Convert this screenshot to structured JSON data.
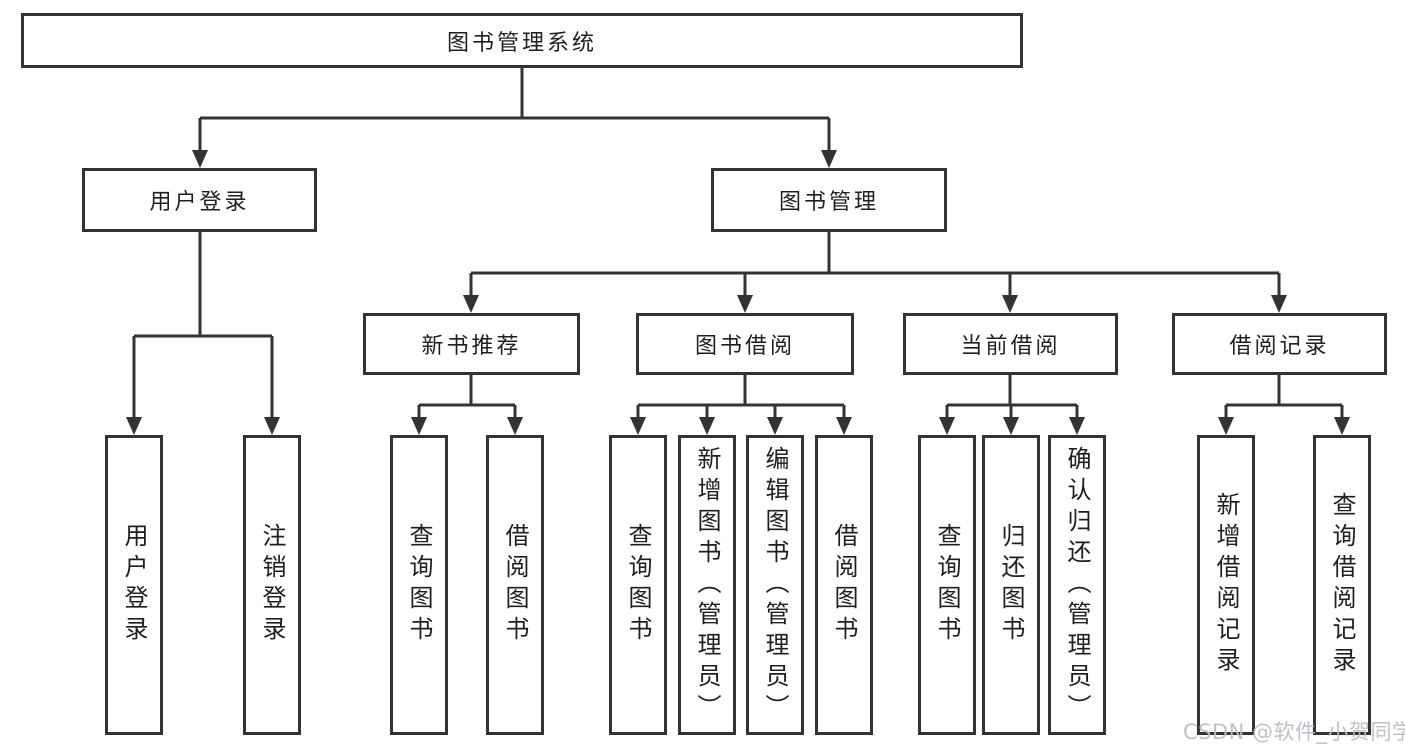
{
  "tree": {
    "root": "图书管理系统",
    "branches": [
      {
        "label": "用户登录",
        "children": [
          "用户登录",
          "注销登录"
        ]
      },
      {
        "label": "图书管理",
        "groups": [
          {
            "label": "新书推荐",
            "children": [
              "查询图书",
              "借阅图书"
            ]
          },
          {
            "label": "图书借阅",
            "children": [
              "查询图书",
              "新增图书（管理员）",
              "编辑图书（管理员）",
              "借阅图书"
            ]
          },
          {
            "label": "当前借阅",
            "children": [
              "查询图书",
              "归还图书",
              "确认归还（管理员）"
            ]
          },
          {
            "label": "借阅记录",
            "children": [
              "新增借阅记录",
              "查询借阅记录"
            ]
          }
        ]
      }
    ]
  },
  "watermark": {
    "text": "CSDN @软件_小贺同学",
    "color": "#babfc5"
  },
  "colors": {
    "line": "#333333",
    "box_border": "#333333",
    "text": "#1f1f1f",
    "background": "#ffffff"
  }
}
